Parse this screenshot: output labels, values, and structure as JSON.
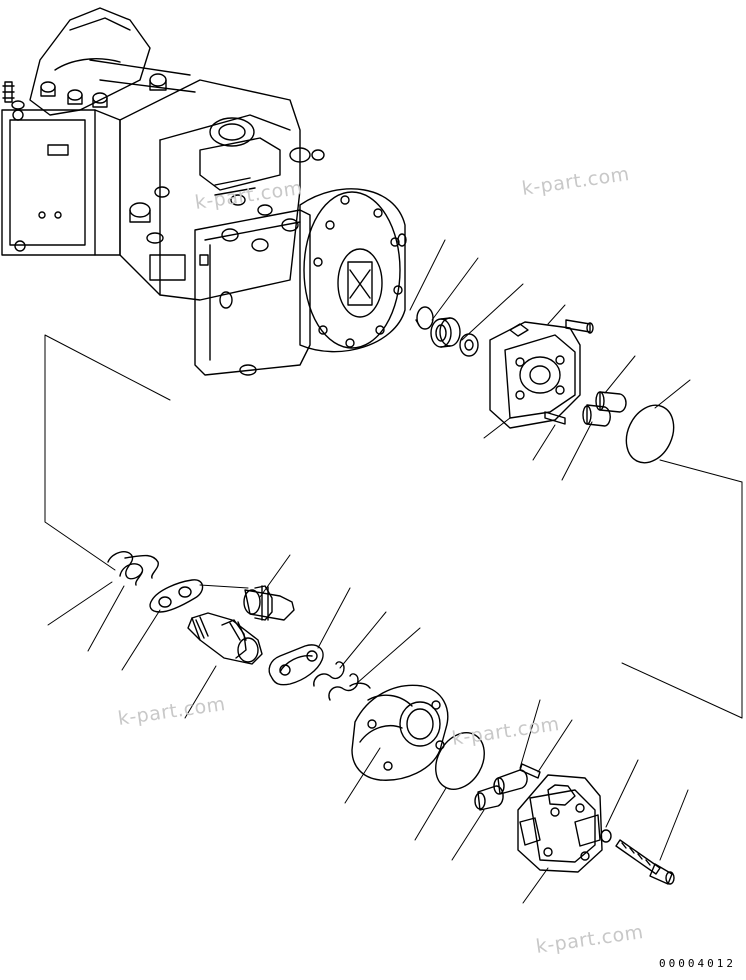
{
  "watermarks": [
    "k-part.com",
    "k-part.com",
    "k-part.com",
    "k-part.com",
    "k-part.com"
  ],
  "document_number": "00004012"
}
